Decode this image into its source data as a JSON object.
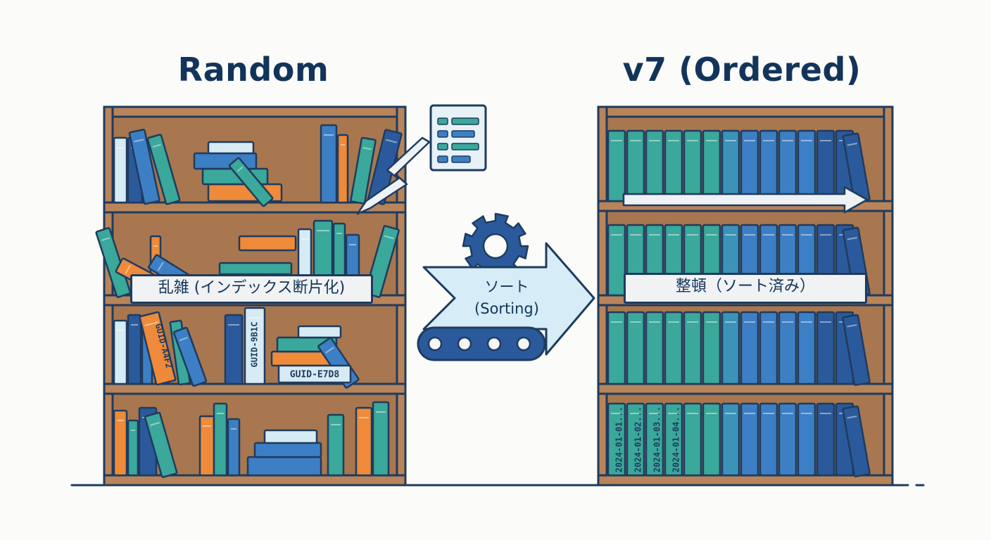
{
  "left": {
    "title": "Random",
    "caption": "乱雑 (インデックス断片化)",
    "spine_labels": [
      "GUID-A4F2",
      "GUID-9B1C",
      "GUID-E7D8"
    ]
  },
  "right": {
    "title": "v7 (Ordered)",
    "caption": "整頓（ソート済み）",
    "spine_labels": [
      "2024-01-01...",
      "2024-01-02...",
      "2024-01-03...",
      "2024-01-04..."
    ]
  },
  "process": {
    "line1": "ソート",
    "line2": "(Sorting)"
  },
  "colors": {
    "outline": "#1f3b5e",
    "wood": "#b8845a",
    "wood_dark": "#8a5a36",
    "wood_back": "#a8774f",
    "teal": "#3aa89a",
    "blue": "#3d7fc4",
    "navy": "#2b5a9c",
    "orange": "#ee8a3a",
    "pale": "#d7ebf4",
    "arrow_fill": "#d6ecf6"
  }
}
